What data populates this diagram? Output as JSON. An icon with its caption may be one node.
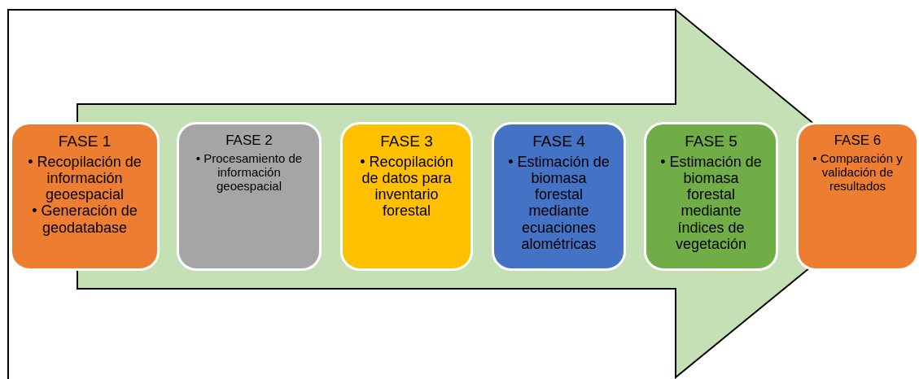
{
  "diagram": {
    "nodes": [
      {
        "text": [
          "FASE 1",
          "• Recopilación de información geoespacial",
          "• Generación de geodatabase"
        ]
      },
      {
        "text": [
          "FASE 2",
          "• Procesamiento de información geoespacial"
        ]
      },
      {
        "text": [
          "FASE 3",
          "• Recopilación de datos para inventario forestal"
        ]
      },
      {
        "text": [
          "FASE 4",
          "• Estimación de biomasa forestal mediante ecuaciones alométricas"
        ]
      },
      {
        "text": [
          "FASE 5",
          "• Estimación de biomasa forestal mediante índices de vegetación"
        ]
      },
      {
        "text": [
          "FASE 6",
          "• Comparación y validación de resultados"
        ]
      }
    ],
    "edges": [
      {
        "from": 0,
        "to": 5,
        "arrow": "to"
      }
    ]
  }
}
